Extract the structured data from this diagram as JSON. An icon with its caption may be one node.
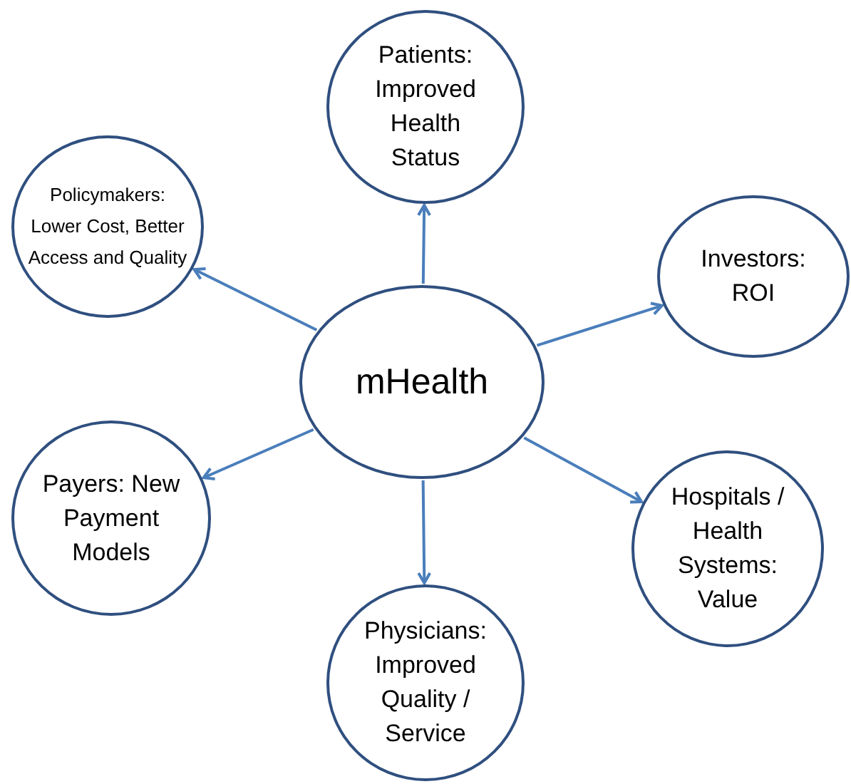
{
  "diagram": {
    "nodes": [
      {
        "text": [
          "Patients: Improved Health Status"
        ]
      },
      {
        "text": [
          "Policymakers: Lower Cost, Better Access and Quality"
        ]
      },
      {
        "text": [
          "Investors: ROI"
        ]
      },
      {
        "text": [
          "mHealth"
        ]
      },
      {
        "text": [
          "Payers: New Payment Models"
        ]
      },
      {
        "text": [
          "Hospitals / Health Systems: Value"
        ]
      },
      {
        "text": [
          "Physicians: Improved Quality / Service"
        ]
      }
    ],
    "edges": [
      {
        "from": 3,
        "to": 0,
        "arrow": "to"
      },
      {
        "from": 3,
        "to": 1,
        "arrow": "to"
      },
      {
        "from": 3,
        "to": 2,
        "arrow": "to"
      },
      {
        "from": 3,
        "to": 4,
        "arrow": "to"
      },
      {
        "from": 3,
        "to": 5,
        "arrow": "to"
      },
      {
        "from": 3,
        "to": 6,
        "arrow": "to"
      }
    ]
  }
}
